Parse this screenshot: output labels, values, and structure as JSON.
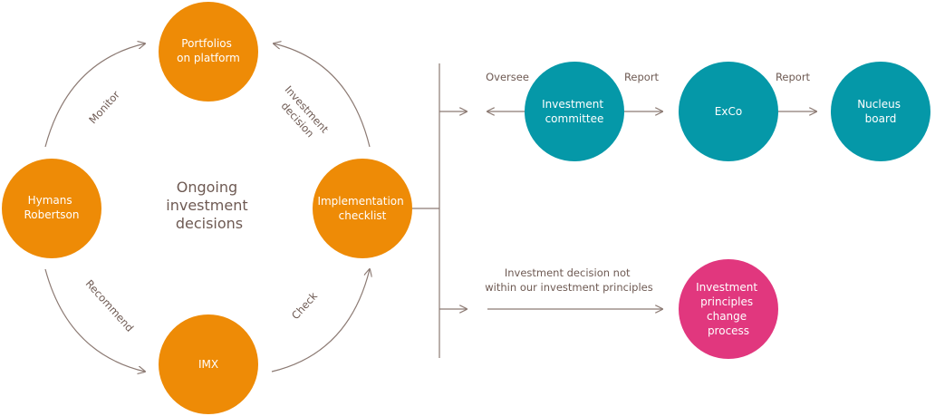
{
  "colors": {
    "orange": "#ee8b06",
    "teal": "#0598a8",
    "pink": "#e1377e",
    "line": "#8c7a73",
    "text": "#6e5a53"
  },
  "center": [
    "Ongoing",
    "investment",
    "decisions"
  ],
  "nodes": {
    "portfolios": [
      "Portfolios",
      "on platform"
    ],
    "hymans": [
      "Hymans",
      "Robertson"
    ],
    "imx": [
      "IMX"
    ],
    "checklist": [
      "Implementation",
      "checklist"
    ],
    "committee": [
      "Investment",
      "committee"
    ],
    "exco": [
      "ExCo"
    ],
    "nucleus": [
      "Nucleus",
      "board"
    ],
    "principles": [
      "Investment",
      "principles",
      "change",
      "process"
    ]
  },
  "edges": {
    "monitor": "Monitor",
    "investment_decision": [
      "Investment",
      "decision"
    ],
    "recommend": "Recommend",
    "check": "Check",
    "oversee": "Oversee",
    "report_1": "Report",
    "report_2": "Report",
    "not_within": [
      "Investment decision not",
      "within our investment principles"
    ]
  }
}
